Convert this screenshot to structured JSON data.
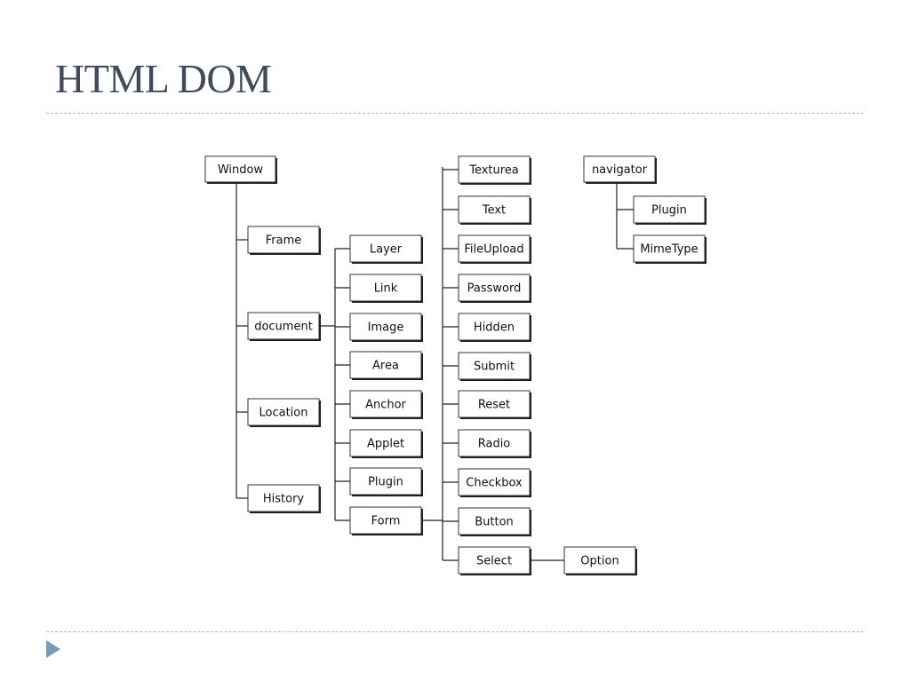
{
  "slide": {
    "title": "HTML DOM"
  },
  "diagram": {
    "nodes": {
      "window": "Window",
      "frame": "Frame",
      "document": "document",
      "location": "Location",
      "history": "History",
      "layer": "Layer",
      "link": "Link",
      "image": "Image",
      "area": "Area",
      "anchor": "Anchor",
      "applet": "Applet",
      "plugin_doc": "Plugin",
      "form": "Form",
      "textarea": "Texturea",
      "text": "Text",
      "fileupload": "FileUpload",
      "password": "Password",
      "hidden": "Hidden",
      "submit": "Submit",
      "reset": "Reset",
      "radio": "Radio",
      "checkbox": "Checkbox",
      "button": "Button",
      "select": "Select",
      "option": "Option",
      "navigator": "navigator",
      "plugin_nav": "Plugin",
      "mimetype": "MimeType"
    }
  }
}
